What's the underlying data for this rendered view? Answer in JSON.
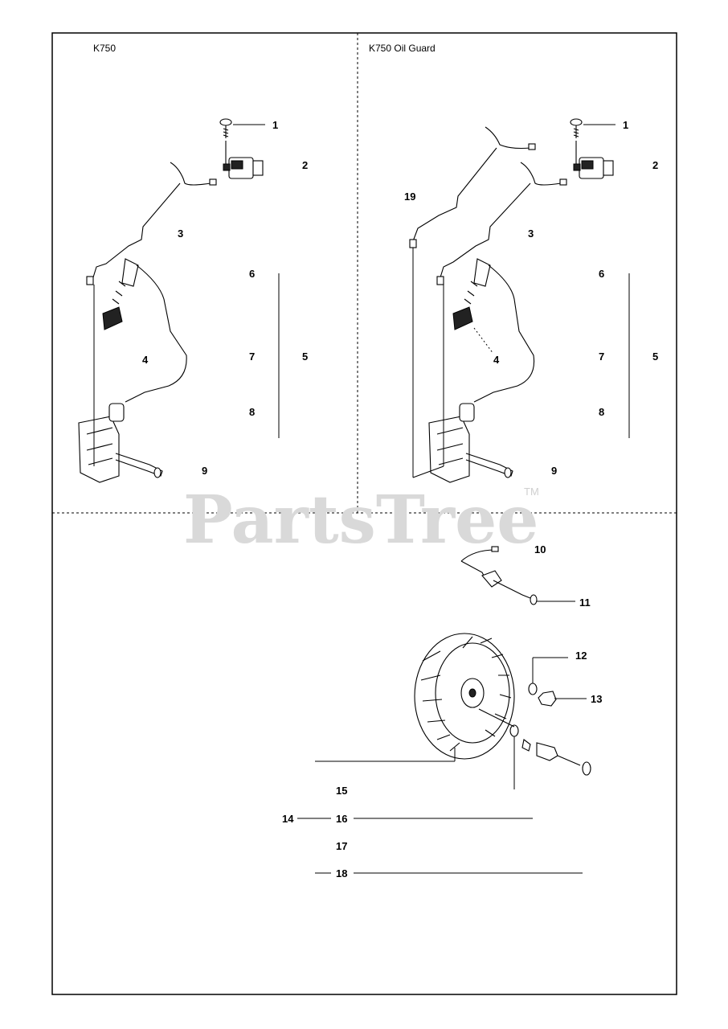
{
  "sections": {
    "left_title": "K750",
    "right_title": "K750 Oil Guard"
  },
  "watermark": {
    "text": "PartsTree",
    "trademark": "TM"
  },
  "callouts": {
    "left": {
      "c1": "1",
      "c2": "2",
      "c3": "3",
      "c4": "4",
      "c5": "5",
      "c6": "6",
      "c7": "7",
      "c8": "8",
      "c9": "9"
    },
    "right": {
      "c1": "1",
      "c2": "2",
      "c3": "3",
      "c4": "4",
      "c5": "5",
      "c6": "6",
      "c7": "7",
      "c8": "8",
      "c9": "9",
      "c19": "19"
    },
    "bottom": {
      "c10": "10",
      "c11": "11",
      "c12": "12",
      "c13": "13",
      "c14": "14",
      "c15": "15",
      "c16": "16",
      "c17": "17",
      "c18": "18"
    }
  }
}
